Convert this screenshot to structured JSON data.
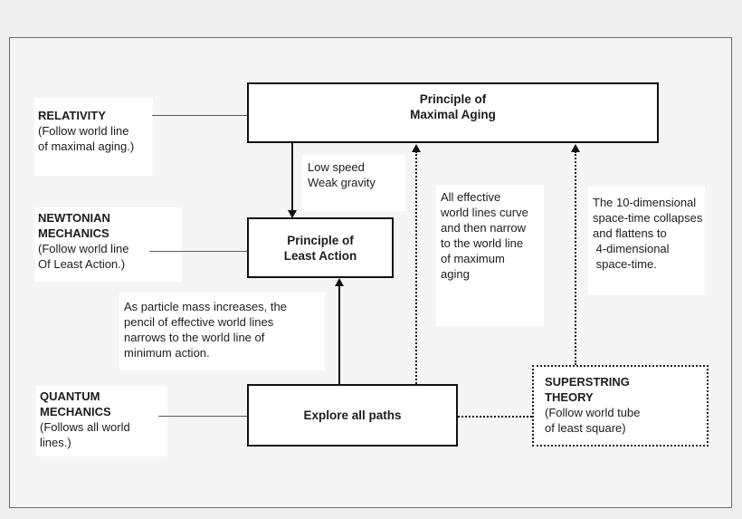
{
  "diagram": {
    "boxes": {
      "maximal_aging": {
        "title": "Principle of\nMaximal Aging"
      },
      "least_action": {
        "title": "Principle of\nLeast Action"
      },
      "explore": {
        "title": "Explore all paths"
      },
      "superstring": {
        "title": "SUPERSTRING\nTHEORY",
        "body": "(Follow world tube\nof least square)"
      }
    },
    "labels": {
      "relativity": {
        "title": "RELATIVITY",
        "body": "(Follow world line\nof maximal aging.)"
      },
      "newtonian": {
        "title": "NEWTONIAN\nMECHANICS",
        "body": "(Follow world line\nOf Least Action.)"
      },
      "quantum": {
        "title": "QUANTUM\nMECHANICS",
        "body": "(Follows all world\nlines.)"
      }
    },
    "annotations": {
      "low_speed": "Low speed\nWeak gravity",
      "all_effective": "All effective\nworld lines curve\nand then narrow\nto the world line\nof maximum\naging",
      "ten_dimensional": "The 10-dimensional\nspace-time collapses\nand flattens to\n 4-dimensional\n space-time.",
      "particle_mass": "As particle mass increases, the\npencil of effective world lines\nnarrows to the world line of\nminimum action."
    },
    "colors": {
      "page_background": "#efefef",
      "frame_background": "#f5f5f5",
      "panel_background": "#ffffff",
      "line_color": "#111111",
      "frame_border": "#6b6b6b"
    }
  }
}
